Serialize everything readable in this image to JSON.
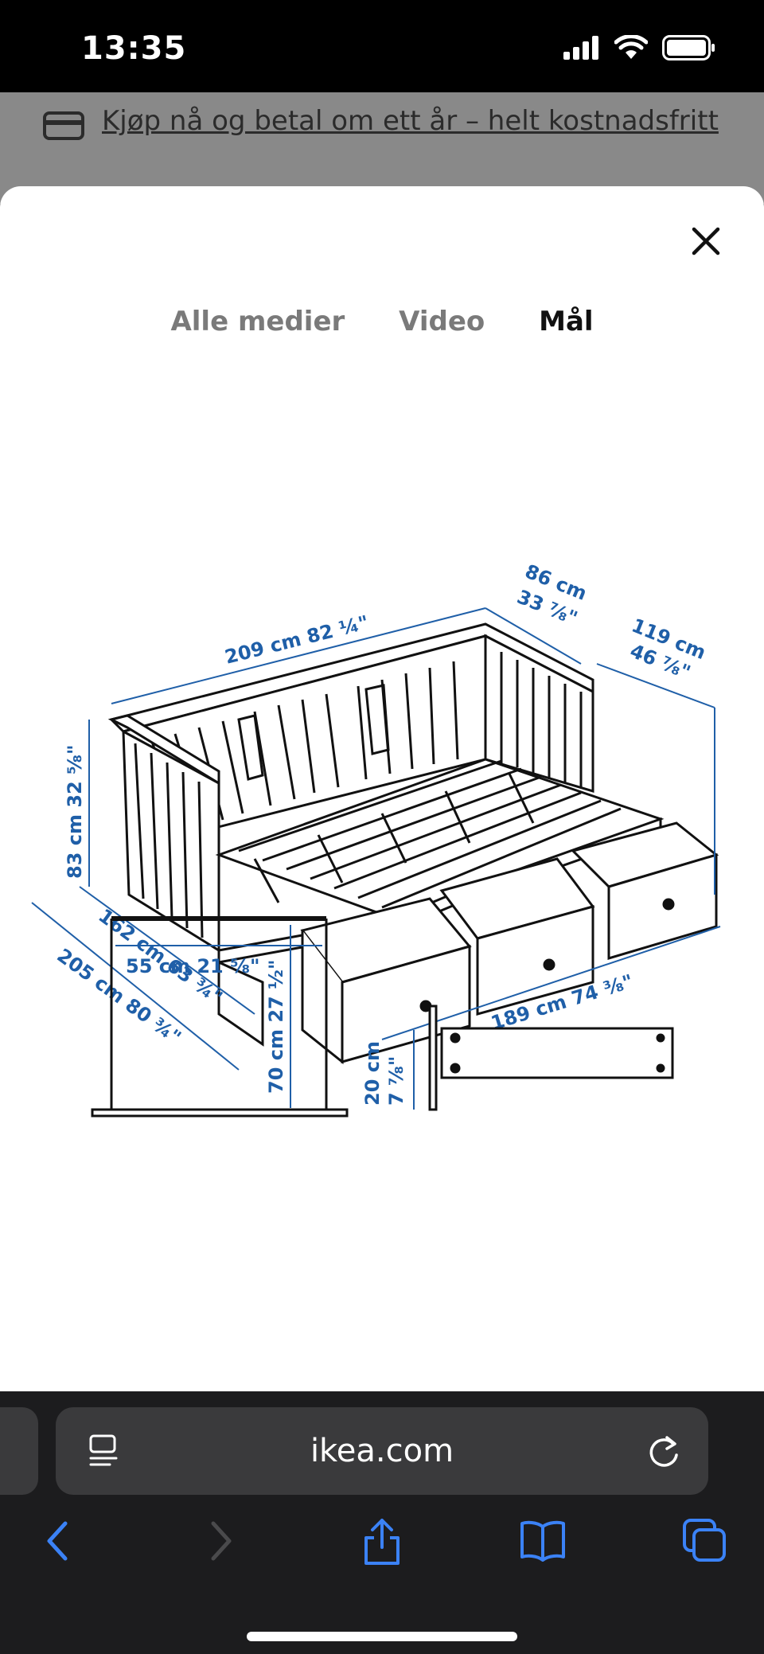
{
  "status": {
    "time": "13:35"
  },
  "banner": {
    "text": "Kjøp nå og betal om ett år – helt kostnadsfritt",
    "icon": "credit-card-icon"
  },
  "tabs": [
    {
      "label": "Alle medier"
    },
    {
      "label": "Video"
    },
    {
      "label": "Mål"
    }
  ],
  "dimensions": {
    "length": "209 cm 82 ¼\"",
    "depth_top": "86 cm",
    "depth_top_in": "33 ⅞\"",
    "depth_side": "119 cm",
    "depth_side_in": "46 ⅞\"",
    "height": "83 cm 32 ⅝\"",
    "extended": "162 cm 63 ¾\"",
    "extended_max": "205 cm 80 ¾\"",
    "front_length": "189 cm 74 ⅜\"",
    "mattress_width": "55 cm 21 ⅝\"",
    "mattress_length": "70 cm 27 ½\"",
    "drawer_height": "20 cm",
    "drawer_height_in": "7 ⅞\""
  },
  "browser": {
    "url": "ikea.com"
  },
  "colors": {
    "accent": "#1f5fa8",
    "toolbar_icon": "#3b82f6"
  }
}
